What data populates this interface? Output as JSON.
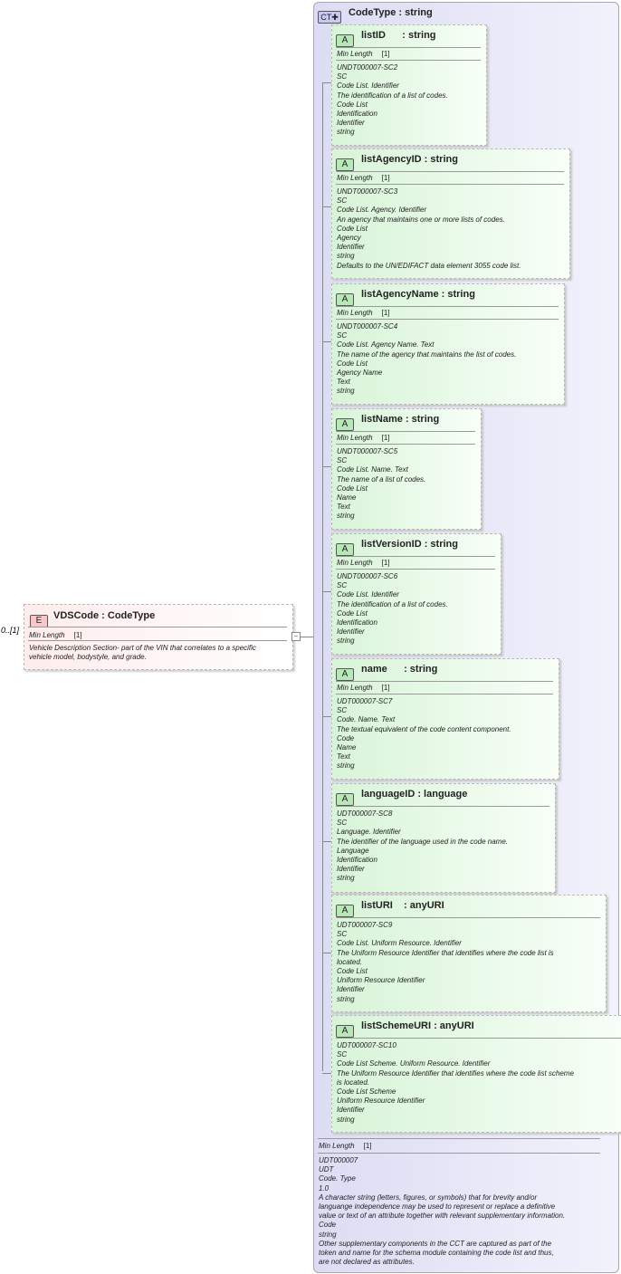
{
  "element": {
    "badge": "E",
    "title": "VDSCode : CodeType",
    "occurs": "0..[1]",
    "facet_label": "Min Length",
    "facet_value": "[1]",
    "doc": [
      "Vehicle Description Section- part of the VIN that correlates to a specific",
      "vehicle model, bodystyle, and grade."
    ]
  },
  "complex_type": {
    "badge": "CT",
    "title": "CodeType : string",
    "facet_label": "Min Length",
    "facet_value": "[1]",
    "doc": [
      "UDT000007",
      "UDT",
      "Code. Type",
      "1.0",
      "A character string (letters, figures, or symbols) that for brevity and/or",
      "languange independence may be used to represent or replace a definitive",
      "value or text of an attribute together with relevant supplementary information.",
      "Code",
      "string",
      "Other supplementary components in the CCT are captured as part of the",
      "token and name for the schema module containing the code list and thus,",
      "are not declared as attributes."
    ]
  },
  "attributes": [
    {
      "badge": "A",
      "title": "listID      : string",
      "facet_label": "Min Length",
      "facet_value": "[1]",
      "doc": [
        "UNDT000007-SC2",
        "SC",
        "Code List. Identifier",
        "The identification of a list of codes.",
        "Code List",
        "Identification",
        "Identifier",
        "string"
      ]
    },
    {
      "badge": "A",
      "title": "listAgencyID : string",
      "facet_label": "Min Length",
      "facet_value": "[1]",
      "doc": [
        "UNDT000007-SC3",
        "SC",
        "Code List. Agency. Identifier",
        "An agency that maintains one or more lists of codes.",
        "Code List",
        "Agency",
        "Identifier",
        "string",
        "Defaults to the UN/EDIFACT data element 3055 code list."
      ]
    },
    {
      "badge": "A",
      "title": "listAgencyName : string",
      "facet_label": "Min Length",
      "facet_value": "[1]",
      "doc": [
        "UNDT000007-SC4",
        "SC",
        "Code List. Agency Name. Text",
        "The name of the agency that maintains the list of codes.",
        "Code List",
        "Agency Name",
        "Text",
        "string"
      ]
    },
    {
      "badge": "A",
      "title": "listName : string",
      "facet_label": "Min Length",
      "facet_value": "[1]",
      "doc": [
        "UNDT000007-SC5",
        "SC",
        "Code List. Name. Text",
        "The name of a list of codes.",
        "Code List",
        "Name",
        "Text",
        "string"
      ]
    },
    {
      "badge": "A",
      "title": "listVersionID : string",
      "facet_label": "Min Length",
      "facet_value": "[1]",
      "doc": [
        "UNDT000007-SC6",
        "SC",
        "Code List. Identifier",
        "The identification of a list of codes.",
        "Code List",
        "Identification",
        "Identifier",
        "string"
      ]
    },
    {
      "badge": "A",
      "title": "name      : string",
      "facet_label": "Min Length",
      "facet_value": "[1]",
      "doc": [
        "UDT000007-SC7",
        "SC",
        "Code. Name. Text",
        "The textual equivalent of the code content component.",
        "Code",
        "Name",
        "Text",
        "string"
      ]
    },
    {
      "badge": "A",
      "title": "languageID : language",
      "doc": [
        "UDT000007-SC8",
        "SC",
        "Language. Identifier",
        "The identifier of the language used in the code name.",
        "Language",
        "Identification",
        "Identifier",
        "string"
      ]
    },
    {
      "badge": "A",
      "title": "listURI    : anyURI",
      "doc": [
        "UDT000007-SC9",
        "SC",
        "Code List. Uniform Resource. Identifier",
        "The Uniform Resource Identifier that identifies where the code list is",
        "located.",
        "Code List",
        "Uniform Resource Identifier",
        "Identifier",
        "string"
      ]
    },
    {
      "badge": "A",
      "title": "listSchemeURI : anyURI",
      "doc": [
        "UDT000007-SC10",
        "SC",
        "Code List Scheme. Uniform Resource. Identifier",
        "The Uniform Resource Identifier that identifies where the code list scheme",
        "is located.",
        "Code List Scheme",
        "Uniform Resource Identifier",
        "Identifier",
        "string"
      ]
    }
  ]
}
